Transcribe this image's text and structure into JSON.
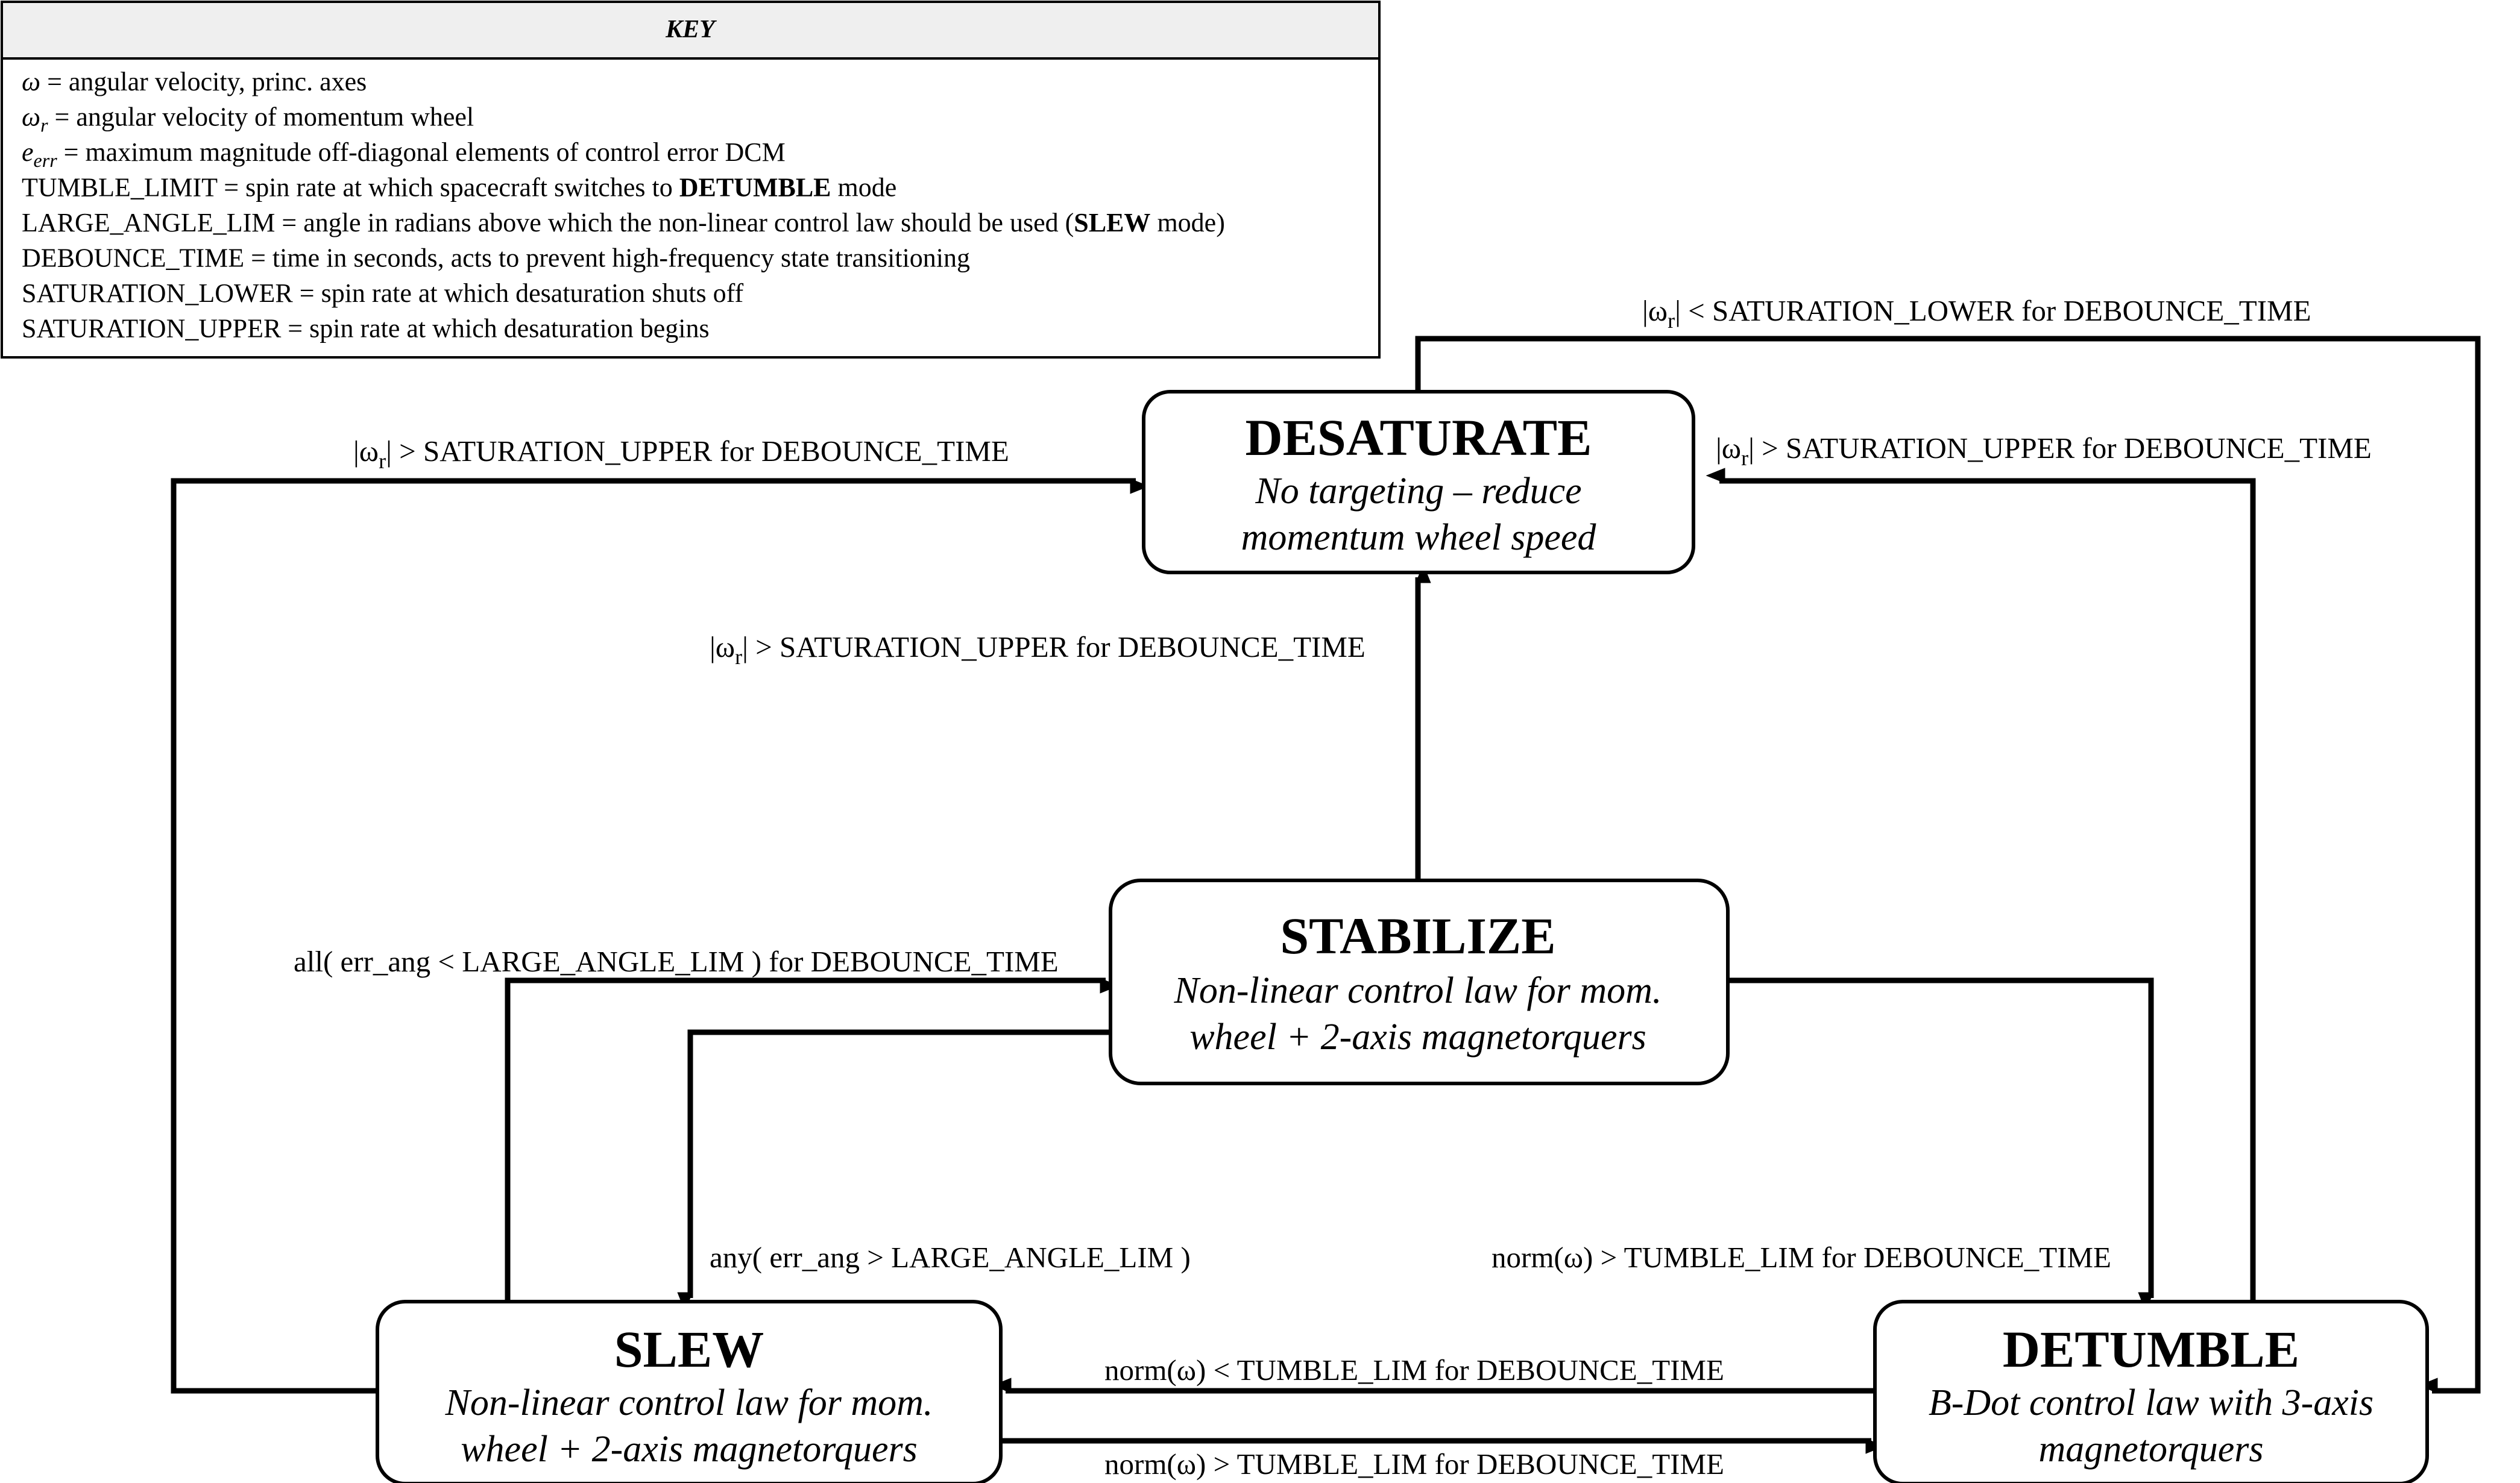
{
  "key": {
    "title": "KEY",
    "lines": [
      {
        "sym": "ω",
        "sub": "",
        "rest": " = angular velocity, princ. axes"
      },
      {
        "sym": "ω",
        "sub": "r",
        "rest": " = angular velocity of momentum wheel"
      },
      {
        "sym": "e",
        "sub": "err",
        "rest": " = maximum magnitude off-diagonal elements of control error DCM"
      },
      {
        "pre": "TUMBLE_LIMIT = spin rate at which spacecraft switches to ",
        "bold": "DETUMBLE",
        "post": " mode"
      },
      {
        "pre": "LARGE_ANGLE_LIM = angle in radians above which the non-linear control law should be used (",
        "bold": "SLEW",
        "post": " mode)"
      },
      {
        "pre": "DEBOUNCE_TIME = time in seconds, acts to prevent high-frequency state transitioning"
      },
      {
        "pre": "SATURATION_LOWER = spin rate at which desaturation shuts off"
      },
      {
        "pre": "SATURATION_UPPER = spin rate at which desaturation begins"
      }
    ]
  },
  "states": {
    "desaturate": {
      "title": "DESATURATE",
      "line1": "No targeting – reduce",
      "line2": "momentum wheel speed"
    },
    "stabilize": {
      "title": "STABILIZE",
      "line1": "Non-linear control law for mom.",
      "line2": "wheel + 2-axis magnetorquers"
    },
    "slew": {
      "title": "SLEW",
      "line1": "Non-linear control law for mom.",
      "line2": "wheel + 2-axis magnetorquers"
    },
    "detumble": {
      "title": "DETUMBLE",
      "line1": "B-Dot control law with 3-axis",
      "line2": "magnetorquers"
    }
  },
  "transitions": {
    "detumble_to_desaturate_top": {
      "pre": "|ω",
      "sub": "r",
      "post": "| < SATURATION_LOWER for DEBOUNCE_TIME"
    },
    "slew_to_desaturate": {
      "pre": "|ω",
      "sub": "r",
      "post": "| > SATURATION_UPPER for DEBOUNCE_TIME"
    },
    "detumble_to_desaturate": {
      "pre": "|ω",
      "sub": "r",
      "post": "| > SATURATION_UPPER for DEBOUNCE_TIME"
    },
    "stabilize_to_desaturate": {
      "pre": "|ω",
      "sub": "r",
      "post": "| > SATURATION_UPPER for DEBOUNCE_TIME"
    },
    "slew_to_stabilize": "all( err_ang < LARGE_ANGLE_LIM ) for DEBOUNCE_TIME",
    "stabilize_to_slew": "any( err_ang > LARGE_ANGLE_LIM )",
    "stabilize_to_detumble": "norm(ω) > TUMBLE_LIM for DEBOUNCE_TIME",
    "detumble_to_slew": "norm(ω) < TUMBLE_LIM for DEBOUNCE_TIME",
    "slew_to_detumble": "norm(ω) > TUMBLE_LIM for DEBOUNCE_TIME"
  }
}
